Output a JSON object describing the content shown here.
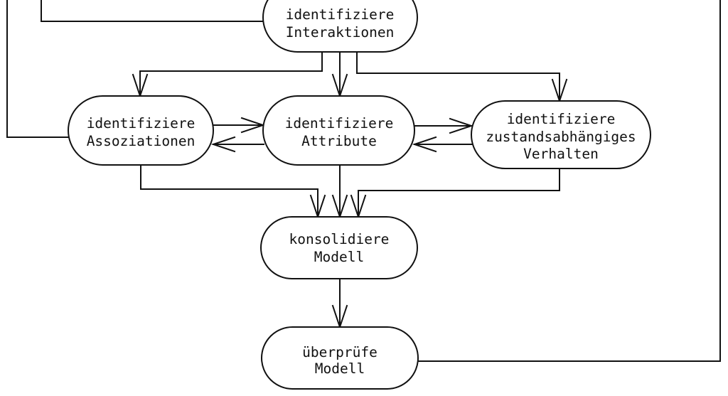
{
  "diagram": {
    "title": "modeling process flowchart",
    "background_color": "#ffffff",
    "line_color": "#111111",
    "nodes": [
      {
        "id": "identifiziere-interaktionen",
        "lines": [
          "identifiziere",
          "Interaktionen"
        ]
      },
      {
        "id": "identifiziere-assoziationen",
        "lines": [
          "identifiziere",
          "Assoziationen"
        ]
      },
      {
        "id": "identifiziere-attribute",
        "lines": [
          "identifiziere",
          "Attribute"
        ]
      },
      {
        "id": "identifiziere-zustandsabhaengiges-verhalten",
        "lines": [
          "identifiziere",
          "zustandsabhängiges",
          "Verhalten"
        ]
      },
      {
        "id": "konsolidiere-modell",
        "lines": [
          "konsolidiere",
          "Modell"
        ]
      },
      {
        "id": "ueberpruefe-modell",
        "lines": [
          "überprüfe",
          "Modell"
        ]
      }
    ],
    "edges": [
      {
        "from": "offscreen-top-left",
        "to": "identifiziere-interaktionen",
        "arrow": false
      },
      {
        "from": "offscreen-top-far-left",
        "to": "identifiziere-assoziationen",
        "arrow": false
      },
      {
        "from": "identifiziere-interaktionen",
        "to": "identifiziere-assoziationen",
        "arrow": true
      },
      {
        "from": "identifiziere-interaktionen",
        "to": "identifiziere-attribute",
        "arrow": true
      },
      {
        "from": "identifiziere-interaktionen",
        "to": "identifiziere-zustandsabhaengiges-verhalten",
        "arrow": true
      },
      {
        "from": "identifiziere-assoziationen",
        "to": "identifiziere-attribute",
        "arrow": true
      },
      {
        "from": "identifiziere-attribute",
        "to": "identifiziere-assoziationen",
        "arrow": true
      },
      {
        "from": "identifiziere-attribute",
        "to": "identifiziere-zustandsabhaengiges-verhalten",
        "arrow": true
      },
      {
        "from": "identifiziere-zustandsabhaengiges-verhalten",
        "to": "identifiziere-attribute",
        "arrow": true
      },
      {
        "from": "identifiziere-assoziationen",
        "to": "konsolidiere-modell",
        "arrow": true
      },
      {
        "from": "identifiziere-attribute",
        "to": "konsolidiere-modell",
        "arrow": true
      },
      {
        "from": "identifiziere-zustandsabhaengiges-verhalten",
        "to": "konsolidiere-modell",
        "arrow": true
      },
      {
        "from": "konsolidiere-modell",
        "to": "ueberpruefe-modell",
        "arrow": true
      },
      {
        "from": "ueberpruefe-modell",
        "to": "offscreen-top-right",
        "arrow": false
      }
    ]
  }
}
